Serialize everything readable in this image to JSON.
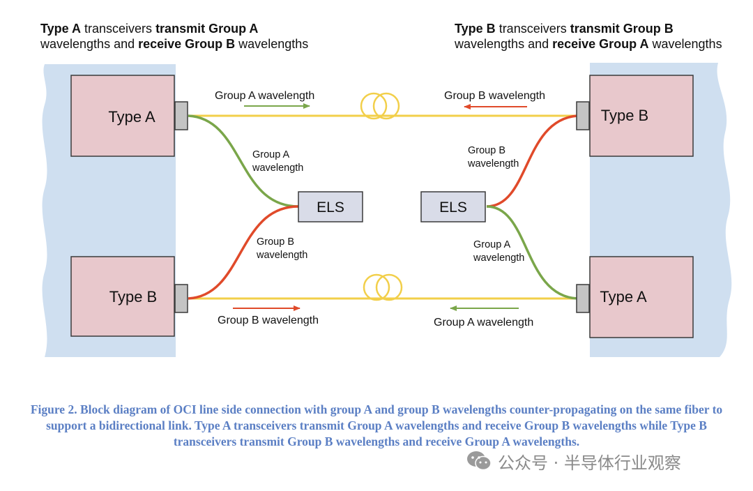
{
  "left_heading": {
    "type_label": "Type A",
    "part1": " transceivers ",
    "bold1": "transmit Group A",
    "part2": "wavelengths and ",
    "bold2": "receive Group B",
    "part3": " wavelengths"
  },
  "right_heading": {
    "type_label": "Type B",
    "part1": " transceivers ",
    "bold1": "transmit Group B",
    "part2": "wavelengths and ",
    "bold2": "receive Group A",
    "part3": " wavelengths"
  },
  "boxes": {
    "left_top": "Type A",
    "left_bottom": "Type B",
    "right_top": "Type B",
    "right_bottom": "Type A",
    "els_left": "ELS",
    "els_right": "ELS"
  },
  "labels": {
    "top_left_wave": "Group A wavelength",
    "top_right_wave": "Group B wavelength",
    "bottom_left_wave": "Group B wavelength",
    "bottom_right_wave": "Group A wavelength",
    "left_upper_line1": "Group A",
    "left_upper_line2": "wavelength",
    "left_lower_line1": "Group B",
    "left_lower_line2": "wavelength",
    "right_upper_line1": "Group B",
    "right_upper_line2": "wavelength",
    "right_lower_line1": "Group A",
    "right_lower_line2": "wavelength"
  },
  "caption": "Figure 2. Block diagram of OCI line side connection with group A and group B wavelengths counter-propagating on the same fiber to support a bidirectional link. Type A transceivers transmit Group A wavelengths and receive Group B wavelengths while Type B transceivers transmit Group B wavelengths and receive Group A wavelengths.",
  "watermark": "公众号 · 半导体行业观察",
  "colors": {
    "panel": "#cfdff0",
    "box": "#e8c8cc",
    "els": "#d9dce8",
    "fiber": "#f2cf4a",
    "group_a": "#7aa64a",
    "group_b": "#e04a2a",
    "port": "#c4c4c4",
    "caption": "#5b7fc4"
  }
}
